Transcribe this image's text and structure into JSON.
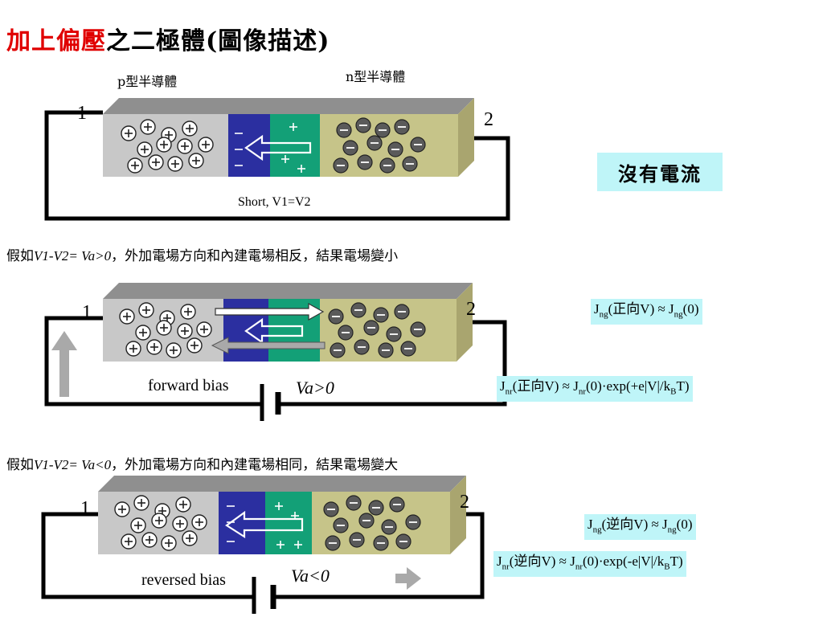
{
  "title": {
    "highlight": "加上偏壓",
    "rest": "之二極體(圖像描述)"
  },
  "headers": {
    "p_type": "p型半導體",
    "n_type": "n型半導體"
  },
  "terminals": {
    "t1": "1",
    "t2": "2"
  },
  "diagram1": {
    "caption": "Short, V1=V2",
    "current_label": "沒有電流"
  },
  "note_forward": {
    "prefix": "假如",
    "equation": "V1-V2= Va>0",
    "text": "，外加電場方向和內建電場相反，結果電場變小"
  },
  "diagram2": {
    "caption": "forward bias",
    "voltage": "Va>0"
  },
  "note_reverse": {
    "prefix": "假如",
    "equation": "V1-V2= Va<0",
    "text": "，外加電場方向和內建電場相同，結果電場變大"
  },
  "diagram3": {
    "caption": "reversed bias",
    "voltage": "Va<0"
  },
  "equations": {
    "fwd_ng": {
      "lhs": "(正向V) ≈ J",
      "rhs": "(0)"
    },
    "fwd_nr": {
      "lhs": "(正向V) ≈ J",
      "rhs": "(0)·exp(+e|V|/k",
      "end": "T)"
    },
    "rev_ng": {
      "lhs": "(逆向V) ≈ J",
      "rhs": "(0)"
    },
    "rev_nr": {
      "lhs": "(逆向V) ≈ J",
      "rhs": "(0)·exp(-e|V|/k",
      "end": "T)"
    },
    "J": "J",
    "sub_ng": "ng",
    "sub_nr": "nr",
    "sub_B": "B"
  },
  "colors": {
    "p_region": "#c8c8c8",
    "depletion_p": "#2b2fa0",
    "depletion_n": "#13a077",
    "n_region": "#c6c489",
    "box_top": "#8f8f8f",
    "eq_bg": "#bff5f8",
    "title_red": "#e00000"
  }
}
